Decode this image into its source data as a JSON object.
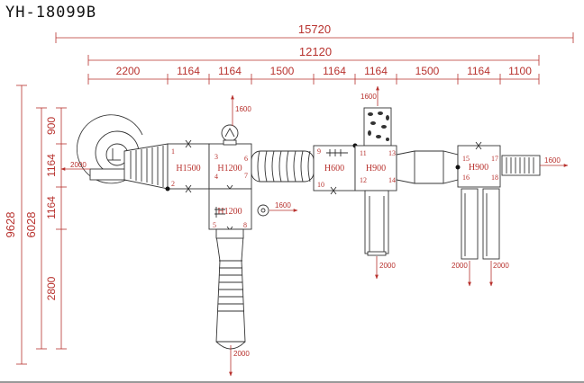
{
  "title": "YH-18099B",
  "dims": {
    "top_total": "15720",
    "top_sub": "12120",
    "top_segments": [
      "2200",
      "1164",
      "1164",
      "1500",
      "1164",
      "1164",
      "1500",
      "1164",
      "1100"
    ],
    "left_total": "9628",
    "left_sub": "6028",
    "left_segments": [
      "900",
      "1164",
      "1164",
      "2800"
    ]
  },
  "platforms": {
    "p1": "H1500",
    "p2": "H1200",
    "p3": "H1200",
    "p4": "H600",
    "p5": "H900",
    "p6": "H900"
  },
  "post_numbers": [
    "1",
    "2",
    "3",
    "4",
    "5",
    "6",
    "7",
    "8",
    "9",
    "10",
    "11",
    "12",
    "13",
    "14",
    "15",
    "16",
    "17",
    "18"
  ],
  "clearances": {
    "c_top_mid": "1600",
    "c_top_right": "1600",
    "c_right": "1600",
    "c_mid": "1600",
    "c_left": "2000",
    "c_slide_bottom": "2000",
    "c_slide_right": "2000",
    "c_slide_rr1": "2000",
    "c_slide_rr2": "2000"
  }
}
